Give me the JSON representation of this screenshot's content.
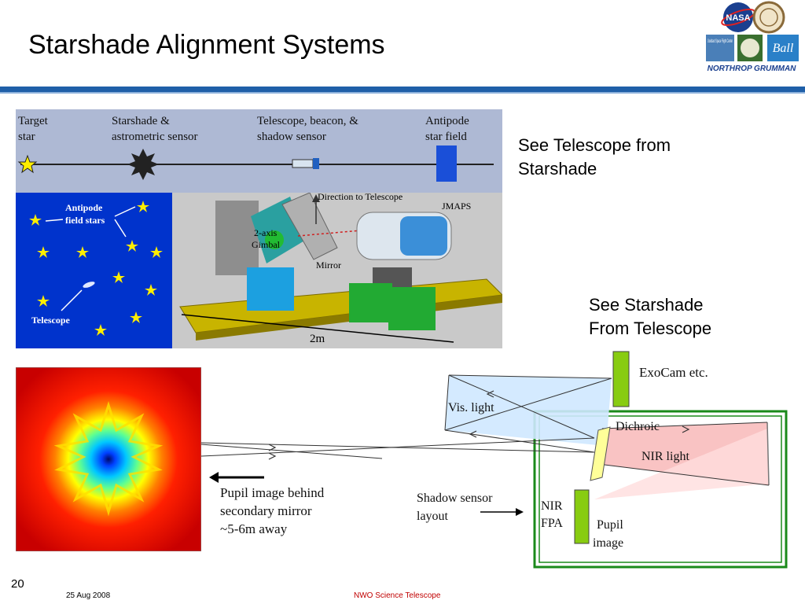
{
  "slide": {
    "title": "Starshade Alignment Systems",
    "caption_telescope": [
      "See Telescope from",
      "Starshade"
    ],
    "caption_starshade": [
      "See Starshade",
      "From Telescope"
    ],
    "footer": {
      "page": "20",
      "date": "25 Aug 2008",
      "center": "NWO Science Telescope"
    }
  },
  "logos": {
    "nasa": "NASA",
    "goddard": "Goddard Space Flight Center",
    "ball": "Ball",
    "northrop": "NORTHROP GRUMMAN"
  },
  "alignment_line": {
    "target": [
      "Target",
      "star"
    ],
    "starshade": [
      "Starshade &",
      "astrometric sensor"
    ],
    "telescope": [
      "Telescope, beacon, &",
      "shadow sensor"
    ],
    "antipode": [
      "Antipode",
      "star field"
    ]
  },
  "star_field": {
    "antipode_label": [
      "Antipode",
      "field stars"
    ],
    "telescope_label": "Telescope"
  },
  "gimbal_model": {
    "direction_label": "Direction to Telescope",
    "jmaps_label": "JMAPS",
    "gimbal_label": [
      "2-axis",
      "Gimbal"
    ],
    "mirror_label": "Mirror",
    "scale_label": "2m"
  },
  "shadow_layout": {
    "exocam": "ExoCam etc.",
    "vis_light": "Vis. light",
    "dichroic": "Dichroic",
    "nir_light": "NIR light",
    "nir_fpa": [
      "NIR",
      "FPA"
    ],
    "pupil": [
      "Pupil",
      "image"
    ],
    "pupil_note": [
      "Pupil image behind",
      "secondary mirror",
      "~5-6m away"
    ],
    "layout_note": [
      "Shadow sensor",
      "layout"
    ]
  },
  "colors": {
    "title_rule": "#1f5fa8",
    "star_panel": "#0033cc",
    "platform": "#c8b400",
    "green_box": "#22bb33",
    "blue_box": "#1ca0e0",
    "sensor_green": "#88cc11",
    "dichroic": "#ffff99",
    "footer_center": "#c00000"
  }
}
